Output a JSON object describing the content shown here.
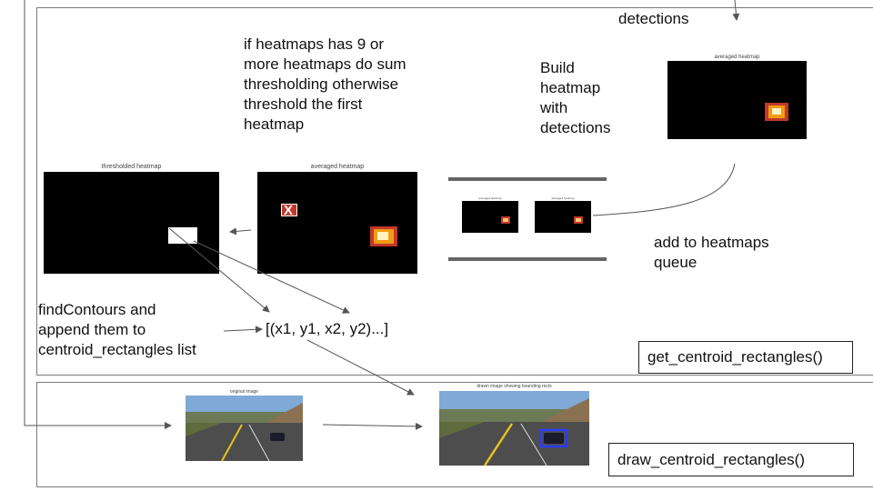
{
  "labels": {
    "detections": "detections",
    "threshold_note": [
      "if heatmaps has 9 or",
      "more heatmaps do sum",
      "thresholding otherwise",
      "threshold the first",
      "heatmap"
    ],
    "build_heatmap": [
      "Build",
      "heatmap",
      "with",
      "detections"
    ],
    "add_to_queue": [
      "add to heatmaps",
      "queue"
    ],
    "find_contours": [
      "findContours and",
      "append them to",
      "centroid_rectangles list"
    ],
    "rect_list": "[(x1, y1, x2, y2)...]",
    "cross_mark": "X"
  },
  "functions": {
    "get": "get_centroid_rectangles()",
    "draw": "draw_centroid_rectangles()"
  },
  "plots": {
    "averaged_top": {
      "title": "averaged heatmap"
    },
    "thresholded": {
      "title": "thresholded heatmap"
    },
    "averaged_mid": {
      "title": "averaged heatmap"
    },
    "queue_1": {
      "title": "averaged heatmap"
    },
    "queue_2": {
      "title": "averaged heatmap"
    },
    "original": {
      "title": "original image"
    },
    "drawn": {
      "title": "drawn image showing bounding rects"
    }
  },
  "colors": {
    "frame": "#7a7a7a",
    "arrow": "#555555",
    "heat_outer": "#c0392b",
    "heat_mid": "#f39c12",
    "heat_core": "#fff3c4",
    "bbox": "#2a3cff"
  }
}
